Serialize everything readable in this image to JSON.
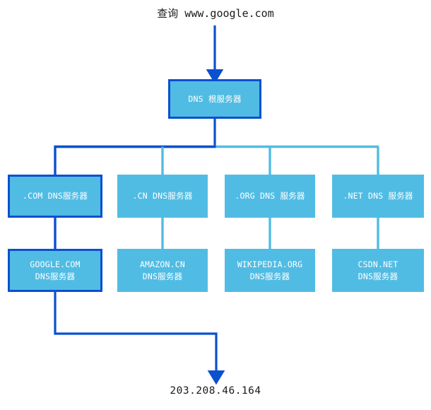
{
  "diagram": {
    "title_caption": "查询 www.google.com",
    "result_caption": "203.208.46.164",
    "colors": {
      "node_fill": "#51BCE3",
      "highlight_border": "#0B50D0",
      "highlight_path": "#0B50D0",
      "normal_path": "#51BCE3",
      "text": "#ffffff",
      "caption_text": "#1a1a1a",
      "background": "#ffffff"
    },
    "root": {
      "label": "DNS 根服务器",
      "highlighted": true
    },
    "tld_row": [
      {
        "label": ".COM DNS服务器",
        "highlighted": true
      },
      {
        "label": ".CN DNS服务器",
        "highlighted": false
      },
      {
        "label": ".ORG DNS 服务器",
        "highlighted": false
      },
      {
        "label": ".NET DNS 服务器",
        "highlighted": false
      }
    ],
    "authoritative_row": [
      {
        "line1": "GOOGLE.COM",
        "line2": "DNS服务器",
        "highlighted": true
      },
      {
        "line1": "AMAZON.CN",
        "line2": "DNS服务器",
        "highlighted": false
      },
      {
        "line1": "WIKIPEDIA.ORG",
        "line2": "DNS服务器",
        "highlighted": false
      },
      {
        "line1": "CSDN.NET",
        "line2": "DNS服务器",
        "highlighted": false
      }
    ]
  }
}
